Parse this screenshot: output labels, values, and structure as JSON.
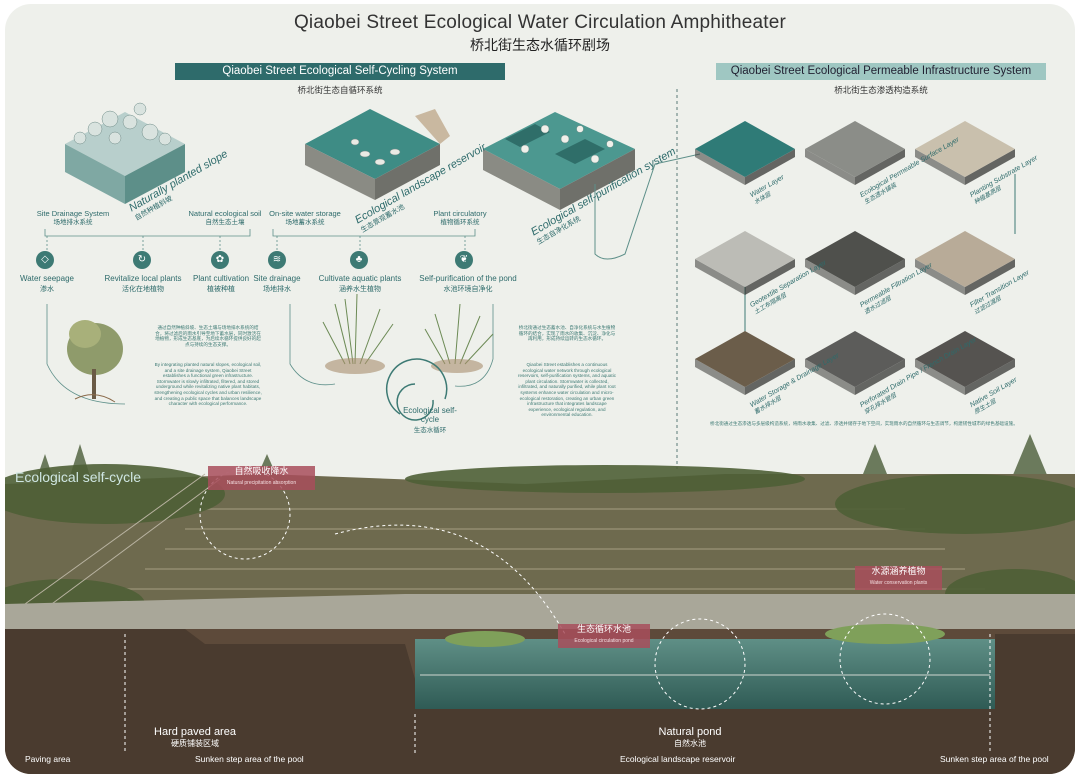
{
  "header": {
    "title": "Qiaobei Street Ecological Water Circulation Amphitheater",
    "subtitle": "桥北街生态水循环剧场"
  },
  "self_cycling": {
    "banner": "Qiaobei Street Ecological Self-Cycling System",
    "banner_cn": "桥北街生态自循环系统",
    "blocks": [
      {
        "label": "Naturally planted slope",
        "label_cn": "自然种植斜坡"
      },
      {
        "label": "Ecological landscape reservoir",
        "label_cn": "生态景观蓄水池"
      },
      {
        "label": "Ecological self-purification system",
        "label_cn": "生态自净化系统"
      }
    ],
    "sub_labels": [
      {
        "en": "Site Drainage System",
        "cn": "场地排水系统"
      },
      {
        "en": "Natural ecological soil",
        "cn": "自然生态土壤"
      },
      {
        "en": "On-site water storage",
        "cn": "场地蓄水系统"
      },
      {
        "en": "Plant circulatory",
        "cn": "植物循环系统"
      }
    ],
    "icons": [
      {
        "icon": "water-drop-icon",
        "glyph": "◇",
        "en": "Water seepage",
        "cn": "渗水"
      },
      {
        "icon": "plant-revive-icon",
        "glyph": "↻",
        "en": "Revitalize local plants",
        "cn": "活化在地植物"
      },
      {
        "icon": "plant-cultivation-icon",
        "glyph": "✿",
        "en": "Plant cultivation",
        "cn": "植被种植"
      },
      {
        "icon": "waves-icon",
        "glyph": "≋",
        "en": "Site drainage",
        "cn": "场地排水"
      },
      {
        "icon": "aquatic-plant-icon",
        "glyph": "♣",
        "en": "Cultivate aquatic plants",
        "cn": "涵养水生植物"
      },
      {
        "icon": "leaf-icon",
        "glyph": "❦",
        "en": "Self-purification of the pond",
        "cn": "水池环境自净化"
      }
    ],
    "paragraph_left_cn": "通过自然种植斜坡、生态土壤与场地排水系统的结合，将过滤后的雨水引导至地下蓄水层，同时激活在地植物，形成生态基底，为后续水循环提供良好的起点与持续的生态支撑。",
    "paragraph_left_en": "By integrating planted natural slopes, ecological soil, and a site drainage system, Qiaobei Street establishes a functional green infrastructure. Stormwater is slowly infiltrated, filtered, and stored underground while revitalizing native plant habitats, strengthening ecological cycles and urban resilience, and creating a public space that balances landscape character with ecological performance.",
    "paragraph_mid_cn": "桥北街通过生态蓄水池、自净化系统与水生植物循环的结合，实现了雨水的收集、沉淀、净化与再利用，形成持续运转的生态水循环。",
    "paragraph_mid_en": "Qiaobei Street establishes a continuous ecological water network through ecological reservoirs, self-purification systems, and aquatic plant circulation. Stormwater is collected, infiltrated, and naturally purified, while plant root systems enhance water circulation and micro-ecological restoration, creating an urban green infrastructure that integrates landscape experience, ecological regulation, and environmental education.",
    "cycle_label": "Ecological self-cycle",
    "cycle_label_cn": "生态水循环"
  },
  "permeable": {
    "banner": "Qiaobei Street Ecological Permeable Infrastructure System",
    "banner_cn": "桥北街生态渗透构造系统",
    "layers": [
      {
        "en": "Water Layer",
        "cn": "水体层",
        "color": "#2f7b77"
      },
      {
        "en": "Ecological Permeable Surface Layer",
        "cn": "生态透水铺装",
        "color": "#8b8d88"
      },
      {
        "en": "Planting Substrate Layer",
        "cn": "种植基质层",
        "color": "#c9c0ad"
      },
      {
        "en": "Geotextile Separation Layer",
        "cn": "土工布隔离层",
        "color": "#bcbcb6"
      },
      {
        "en": "Permeable Filtration Layer",
        "cn": "透水过滤层",
        "color": "#4f504c"
      },
      {
        "en": "Filter Transition Layer",
        "cn": "过滤过渡层",
        "color": "#b8ab98"
      },
      {
        "en": "Water Storage & Drainage Layer",
        "cn": "蓄水排水层",
        "color": "#6b5d4a"
      },
      {
        "en": "Perforated Drain Pipe / French Drain Layer",
        "cn": "穿孔排水管层",
        "color": "#5c5c5a"
      },
      {
        "en": "Native Soil Layer",
        "cn": "原生土层",
        "color": "#555350"
      }
    ],
    "paragraph_cn": "桥北街通过生态渗透与多层级构造系统，将雨水收集、过滤、渗透并储存于地下空间，实现雨水的自然循环与生态调节，构建韧性城市的绿色基础设施。"
  },
  "section": {
    "tags": [
      {
        "cn": "自然吸收降水",
        "en": "Natural precipitation absorption"
      },
      {
        "cn": "水源涵养植物",
        "en": "Water conservation plants"
      },
      {
        "cn": "生态循环水池",
        "en": "Ecological circulation pond"
      }
    ],
    "left_overlay": "Ecological self-cycle",
    "bottom": [
      {
        "en": "Hard paved area",
        "cn": "硬质铺装区域"
      },
      {
        "en": "Natural pond",
        "cn": "自然水池"
      }
    ],
    "strip": [
      "Paving area",
      "Sunken step area of the pool",
      "Ecological landscape reservoir",
      "Sunken step area of the pool"
    ]
  }
}
